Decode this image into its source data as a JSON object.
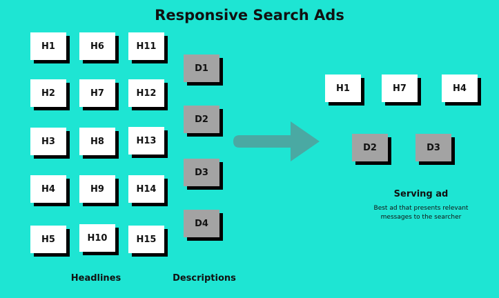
{
  "title": "Responsive Search Ads",
  "headlines": [
    "H1",
    "H2",
    "H3",
    "H4",
    "H5",
    "H6",
    "H7",
    "H8",
    "H9",
    "H10",
    "H11",
    "H12",
    "H13",
    "H14",
    "H15"
  ],
  "descriptions": [
    "D1",
    "D2",
    "D3",
    "D4"
  ],
  "labels": {
    "headlines": "Headlines",
    "descriptions": "Descriptions"
  },
  "serving_ad": {
    "headlines": [
      "H1",
      "H7",
      "H4"
    ],
    "descriptions": [
      "D2",
      "D3"
    ],
    "title": "Serving ad",
    "description": "Best ad that presents relevant messages to the searcher"
  },
  "colors": {
    "background": "#1ee5d3",
    "headline_card": "#ffffff",
    "description_card": "#a3a3a3",
    "arrow": "#4aa9a3"
  }
}
